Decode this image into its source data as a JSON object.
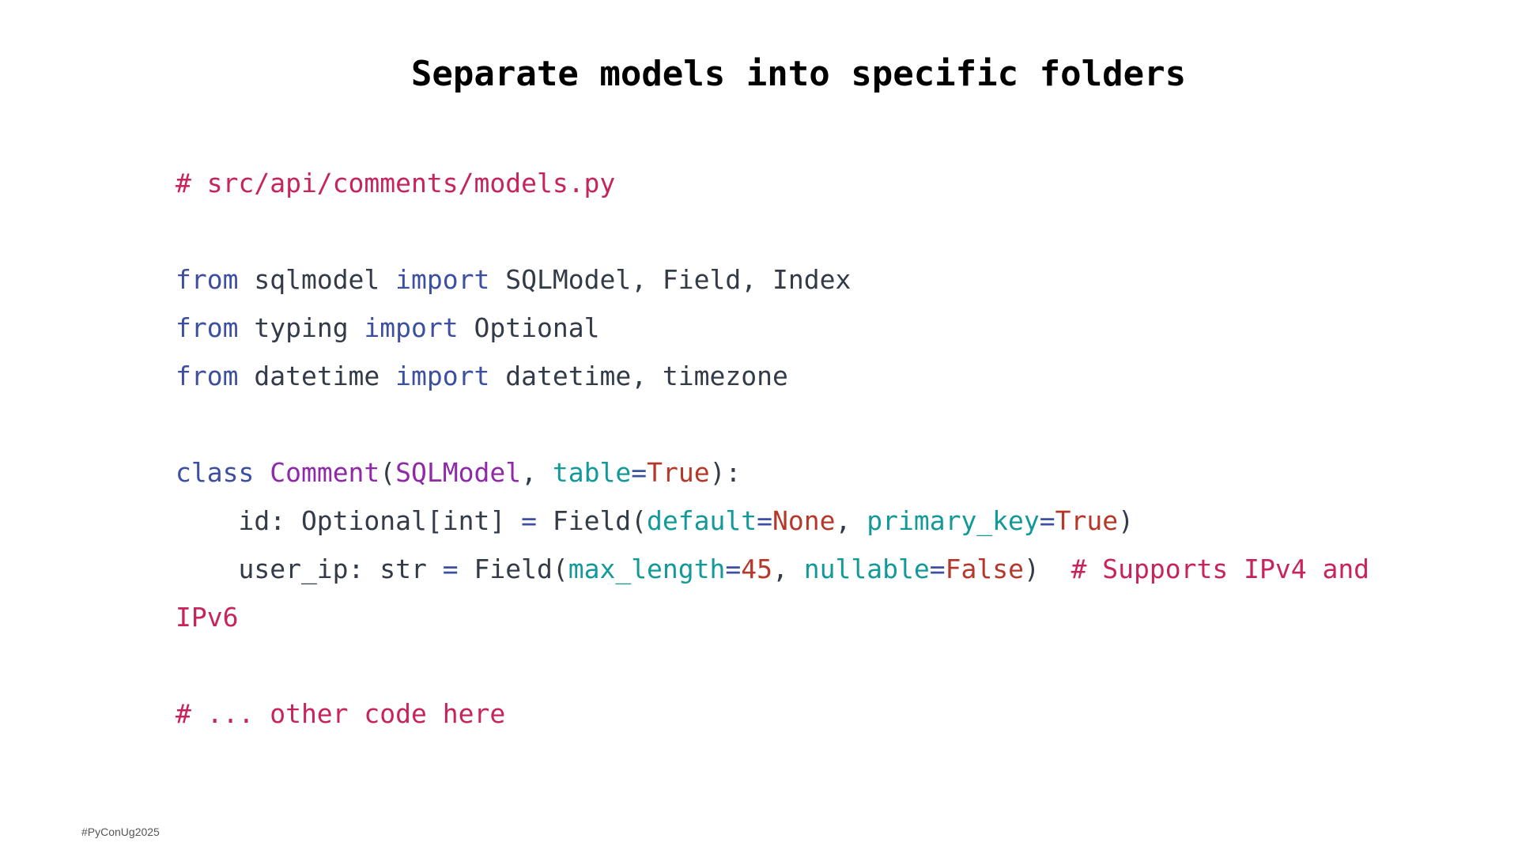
{
  "slide": {
    "title": "Separate models into specific folders",
    "footer": "#PyConUg2025"
  },
  "colors": {
    "comment": "#c7235c",
    "keyword": "#3d4fa0",
    "class_name": "#8e2aa8",
    "parameter": "#13999a",
    "value": "#b5382a",
    "plain": "#333b48"
  },
  "code": {
    "lines": [
      [
        {
          "t": "# src/api/comments/models.py",
          "k": "comment"
        }
      ],
      [],
      [
        {
          "t": "from",
          "k": "keyword"
        },
        {
          "t": " sqlmodel ",
          "k": "plain"
        },
        {
          "t": "import",
          "k": "keyword"
        },
        {
          "t": " SQLModel, Field, Index",
          "k": "plain"
        }
      ],
      [
        {
          "t": "from",
          "k": "keyword"
        },
        {
          "t": " typing ",
          "k": "plain"
        },
        {
          "t": "import",
          "k": "keyword"
        },
        {
          "t": " Optional",
          "k": "plain"
        }
      ],
      [
        {
          "t": "from",
          "k": "keyword"
        },
        {
          "t": " datetime ",
          "k": "plain"
        },
        {
          "t": "import",
          "k": "keyword"
        },
        {
          "t": " datetime, timezone",
          "k": "plain"
        }
      ],
      [],
      [
        {
          "t": "class",
          "k": "keyword"
        },
        {
          "t": " ",
          "k": "plain"
        },
        {
          "t": "Comment",
          "k": "class"
        },
        {
          "t": "(",
          "k": "plain"
        },
        {
          "t": "SQLModel",
          "k": "class"
        },
        {
          "t": ", ",
          "k": "plain"
        },
        {
          "t": "table",
          "k": "param"
        },
        {
          "t": "=",
          "k": "op"
        },
        {
          "t": "True",
          "k": "value"
        },
        {
          "t": "):",
          "k": "plain"
        }
      ],
      [
        {
          "t": "    id: Optional[int] ",
          "k": "plain"
        },
        {
          "t": "=",
          "k": "op"
        },
        {
          "t": " Field(",
          "k": "plain"
        },
        {
          "t": "default",
          "k": "param"
        },
        {
          "t": "=",
          "k": "op"
        },
        {
          "t": "None",
          "k": "value"
        },
        {
          "t": ", ",
          "k": "plain"
        },
        {
          "t": "primary_key",
          "k": "param"
        },
        {
          "t": "=",
          "k": "op"
        },
        {
          "t": "True",
          "k": "value"
        },
        {
          "t": ")",
          "k": "plain"
        }
      ],
      [
        {
          "t": "    user_ip: str ",
          "k": "plain"
        },
        {
          "t": "=",
          "k": "op"
        },
        {
          "t": " Field(",
          "k": "plain"
        },
        {
          "t": "max_length",
          "k": "param"
        },
        {
          "t": "=",
          "k": "op"
        },
        {
          "t": "45",
          "k": "value"
        },
        {
          "t": ", ",
          "k": "plain"
        },
        {
          "t": "nullable",
          "k": "param"
        },
        {
          "t": "=",
          "k": "op"
        },
        {
          "t": "False",
          "k": "value"
        },
        {
          "t": ")  ",
          "k": "plain"
        },
        {
          "t": "# Supports IPv4 and",
          "k": "comment"
        }
      ],
      [
        {
          "t": "IPv6",
          "k": "comment"
        }
      ],
      [],
      [
        {
          "t": "# ... other code here",
          "k": "comment"
        }
      ]
    ]
  }
}
